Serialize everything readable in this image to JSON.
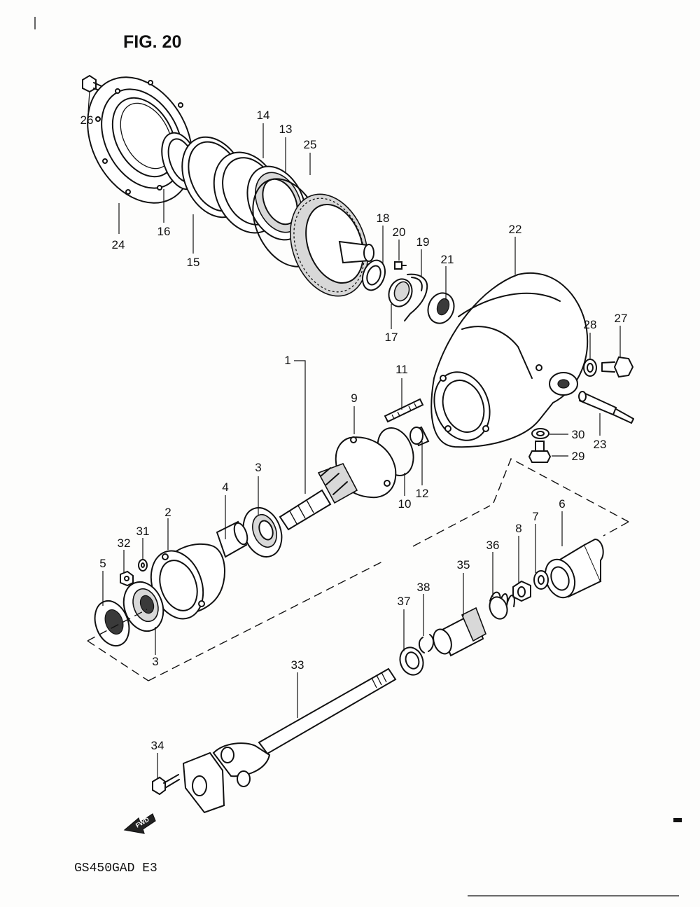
{
  "figure": {
    "title": "FIG. 20",
    "model_code": "GS450GAD  E3",
    "direction_marker": "FWD"
  },
  "callouts": [
    {
      "id": "1",
      "label": "1"
    },
    {
      "id": "2",
      "label": "2"
    },
    {
      "id": "3a",
      "label": "3"
    },
    {
      "id": "3b",
      "label": "3"
    },
    {
      "id": "4",
      "label": "4"
    },
    {
      "id": "5",
      "label": "5"
    },
    {
      "id": "6",
      "label": "6"
    },
    {
      "id": "7",
      "label": "7"
    },
    {
      "id": "8",
      "label": "8"
    },
    {
      "id": "9",
      "label": "9"
    },
    {
      "id": "10",
      "label": "10"
    },
    {
      "id": "11",
      "label": "11"
    },
    {
      "id": "12",
      "label": "12"
    },
    {
      "id": "13",
      "label": "13"
    },
    {
      "id": "14",
      "label": "14"
    },
    {
      "id": "15",
      "label": "15"
    },
    {
      "id": "16",
      "label": "16"
    },
    {
      "id": "17",
      "label": "17"
    },
    {
      "id": "18",
      "label": "18"
    },
    {
      "id": "19",
      "label": "19"
    },
    {
      "id": "20",
      "label": "20"
    },
    {
      "id": "21",
      "label": "21"
    },
    {
      "id": "22",
      "label": "22"
    },
    {
      "id": "23",
      "label": "23"
    },
    {
      "id": "24",
      "label": "24"
    },
    {
      "id": "25",
      "label": "25"
    },
    {
      "id": "26",
      "label": "26"
    },
    {
      "id": "27",
      "label": "27"
    },
    {
      "id": "28",
      "label": "28"
    },
    {
      "id": "29",
      "label": "29"
    },
    {
      "id": "30",
      "label": "30"
    },
    {
      "id": "31",
      "label": "31"
    },
    {
      "id": "32",
      "label": "32"
    },
    {
      "id": "33",
      "label": "33"
    },
    {
      "id": "34",
      "label": "34"
    },
    {
      "id": "35",
      "label": "35"
    },
    {
      "id": "36",
      "label": "36"
    },
    {
      "id": "37",
      "label": "37"
    },
    {
      "id": "38",
      "label": "38"
    }
  ]
}
